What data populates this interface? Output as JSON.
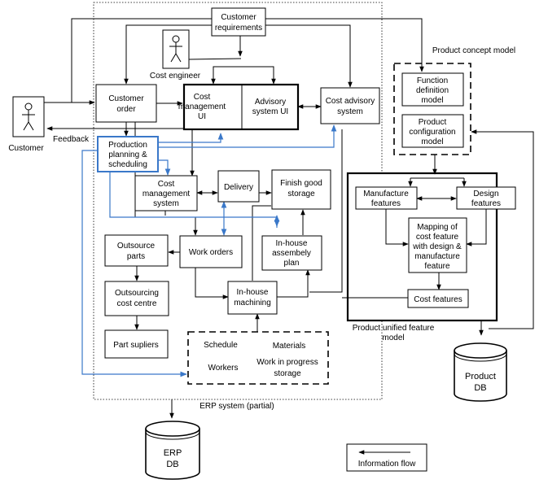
{
  "regions": {
    "erp_label": "ERP system (partial)",
    "concept_label": "Product concept model",
    "unified_label_1": "Product unified feature",
    "unified_label_2": "model"
  },
  "actors": {
    "customer": "Customer",
    "cost_engineer": "Cost engineer",
    "feedback": "Feedback"
  },
  "boxes": {
    "customer_requirements": [
      "Customer",
      "requirements"
    ],
    "customer_order": [
      "Customer",
      "order"
    ],
    "cost_management_ui": [
      "Cost",
      "management",
      "UI"
    ],
    "advisory_system_ui": [
      "Advisory",
      "system UI"
    ],
    "cost_advisory_system": [
      "Cost advisory",
      "system"
    ],
    "production_planning": [
      "Production",
      "planning &",
      "scheduling"
    ],
    "cost_management_system": [
      "Cost",
      "management",
      "system"
    ],
    "delivery": [
      "Delivery"
    ],
    "finish_good_storage": [
      "Finish good",
      "storage"
    ],
    "outsource_parts": [
      "Outsource",
      "parts"
    ],
    "work_orders": [
      "Work orders"
    ],
    "inhouse_assembly": [
      "In-house",
      "assembely",
      "plan"
    ],
    "outsourcing_cost_centre": [
      "Outsourcing",
      "cost centre"
    ],
    "inhouse_machining": [
      "In-house",
      "machining"
    ],
    "part_suppliers": [
      "Part supliers"
    ],
    "function_definition": [
      "Function",
      "definition",
      "model"
    ],
    "product_configuration": [
      "Product",
      "configuration",
      "model"
    ],
    "manufacture_features": [
      "Manufacture",
      "features"
    ],
    "design_features": [
      "Design",
      "features"
    ],
    "mapping": [
      "Mapping of",
      "cost feature",
      "with design &",
      "manufacture",
      "feature"
    ],
    "cost_features": [
      "Cost features"
    ]
  },
  "resources": {
    "schedule": "Schedule",
    "materials": "Materials",
    "workers": "Workers",
    "wip": [
      "Work in progress",
      "storage"
    ]
  },
  "databases": {
    "erp": [
      "ERP",
      "DB"
    ],
    "product": [
      "Product",
      "DB"
    ]
  },
  "legend": {
    "label": "Information flow"
  }
}
